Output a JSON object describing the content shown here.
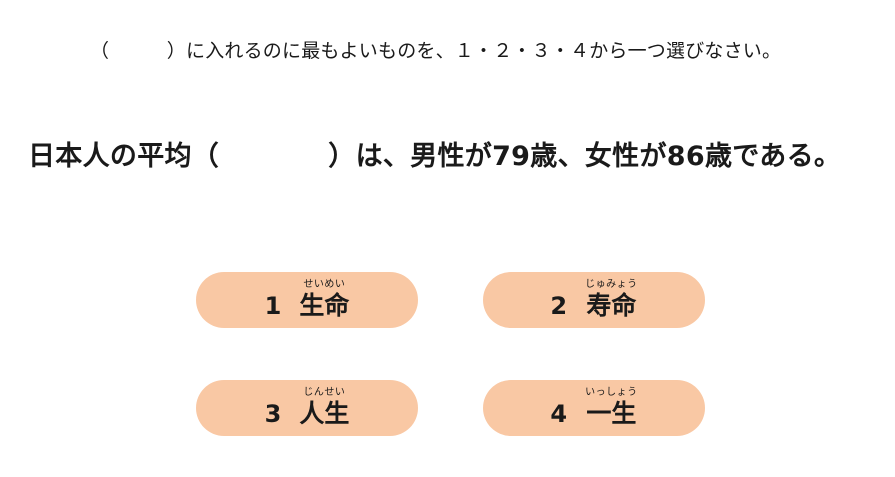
{
  "instruction": "（　　　）に入れるのに最もよいものを、１・２・３・４から一つ選びなさい。",
  "question": "日本人の平均（　　　　）は、男性が79歳、女性が86歳である。",
  "options": [
    {
      "number": "1",
      "ruby": "せいめい",
      "text": "生命"
    },
    {
      "number": "2",
      "ruby": "じゅみょう",
      "text": "寿命"
    },
    {
      "number": "3",
      "ruby": "じんせい",
      "text": "人生"
    },
    {
      "number": "4",
      "ruby": "いっしょう",
      "text": "一生"
    }
  ],
  "colors": {
    "option_background": "#f9c8a4",
    "text": "#1a1a1a",
    "page_background": "#ffffff"
  }
}
